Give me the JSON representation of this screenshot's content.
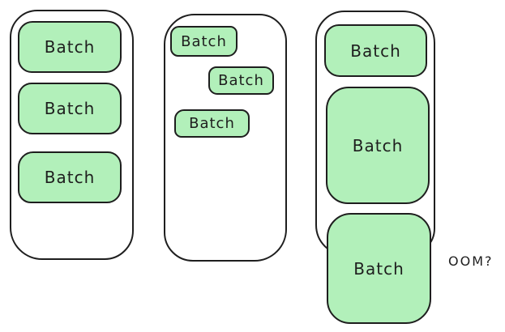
{
  "diagram": {
    "containers": [
      {
        "id": "container-1",
        "batches": [
          {
            "label": "Batch"
          },
          {
            "label": "Batch"
          },
          {
            "label": "Batch"
          }
        ]
      },
      {
        "id": "container-2",
        "batches": [
          {
            "label": "Batch"
          },
          {
            "label": "Batch"
          },
          {
            "label": "Batch"
          }
        ]
      },
      {
        "id": "container-3",
        "batches": [
          {
            "label": "Batch"
          },
          {
            "label": "Batch"
          },
          {
            "label": "Batch"
          }
        ]
      }
    ],
    "annotation": "OOM?"
  },
  "colors": {
    "batch_fill": "#b2f0ba",
    "stroke": "#1e1e1e",
    "container_fill": "#ffffff",
    "background": "#ffffff"
  }
}
